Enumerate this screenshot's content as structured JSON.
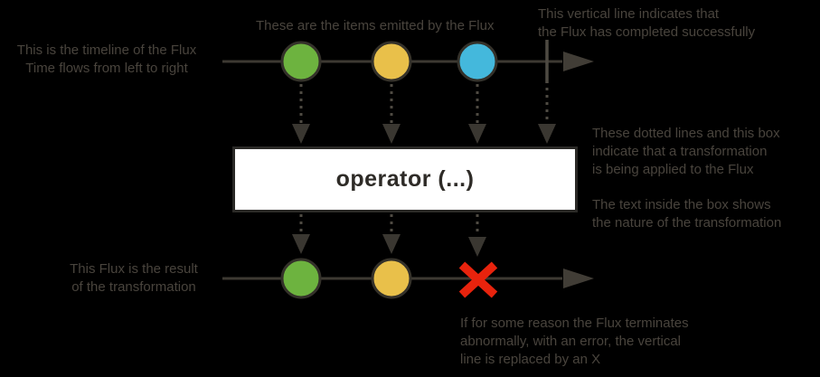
{
  "diagram": {
    "name": "flux-marble-diagram",
    "operator_box": {
      "label": "operator (...)"
    },
    "annotations": {
      "timeline": "This is the timeline of the Flux\nTime flows from left to right",
      "items": "These are the items emitted by the Flux",
      "complete": "This vertical line indicates that\nthe Flux has completed successfully",
      "transform": "These dotted lines and this box\nindicate that a transformation\nis being applied to the Flux",
      "box_text": "The text inside the box shows\nthe nature of the transformation",
      "result": "This Flux is the result\nof the transformation",
      "error": "If for some reason the Flux terminates\nabnormally, with an error, the vertical\nline is replaced by an X"
    },
    "items_top": [
      "green",
      "yellow",
      "blue",
      "complete"
    ],
    "items_bottom": [
      "green",
      "yellow",
      "error"
    ],
    "colors": {
      "background": "#000000",
      "annotation_text": "#49443d",
      "timeline_line": "#3d3932",
      "arrowhead": "#413d36",
      "dotted_line": "#4e4a42",
      "marble_stroke": "#34312a",
      "item_green": "#6db33f",
      "item_yellow": "#e9c04a",
      "item_blue": "#44b8dc",
      "error_red": "#e8230d",
      "box_fill": "#ffffff",
      "box_border": "#2a2926",
      "box_text": "#2e2b27"
    }
  }
}
